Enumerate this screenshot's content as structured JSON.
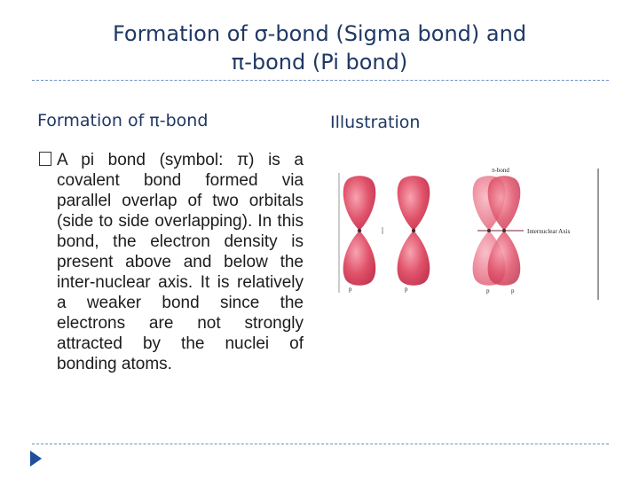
{
  "slide": {
    "title_line1": "Formation of σ-bond (Sigma bond) and",
    "title_line2": "π-bond (Pi bond)"
  },
  "left": {
    "heading": "Formation of π-bond",
    "bullet": "A pi bond (symbol: π) is a covalent bond formed via parallel overlap of two orbitals (side to side overlapping). In this bond, the electron density is present above and below the inter-nuclear axis. It is relatively a weaker bond since the electrons are not strongly attracted by the nuclei of bonding atoms."
  },
  "right": {
    "heading": "Illustration",
    "figure": {
      "label_pi_bond": "π-bond",
      "label_axis": "Internuclear Axis",
      "label_p1": "p",
      "label_p2": "p",
      "label_p3": "p",
      "label_p4": "p"
    }
  },
  "colors": {
    "title": "#1f3864",
    "rule": "#6d8fc7",
    "orbital": "#e0536b",
    "nav_arrow": "#1f4f9c"
  }
}
